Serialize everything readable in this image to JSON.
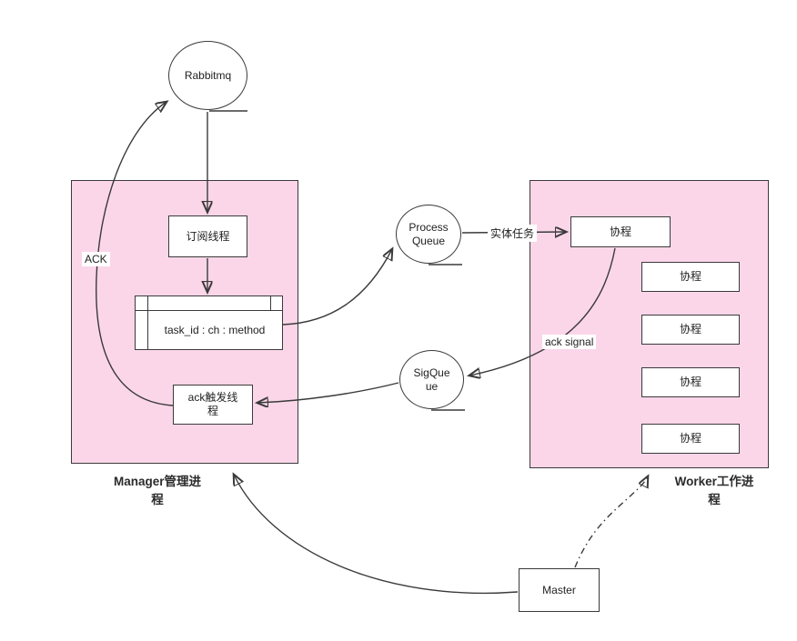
{
  "nodes": {
    "rabbitmq": {
      "label": "Rabbitmq"
    },
    "subscribe_thread": {
      "label": "订阅线程"
    },
    "task_table": {
      "label": "task_id : ch : method"
    },
    "ack_trigger_thread": {
      "label": "ack触发线\n程"
    },
    "process_queue": {
      "label": "Process\nQueue"
    },
    "sig_queue": {
      "label": "SigQue\nue"
    },
    "coroutine_main": {
      "label": "协程"
    },
    "coroutines": [
      {
        "label": "协程"
      },
      {
        "label": "协程"
      },
      {
        "label": "协程"
      },
      {
        "label": "协程"
      }
    ],
    "master": {
      "label": "Master"
    }
  },
  "captions": {
    "manager": "Manager管理进\n程",
    "worker": "Worker工作进\n程"
  },
  "edge_labels": {
    "ack": "ACK",
    "entity_task": "实体任务",
    "ack_signal": "ack signal"
  },
  "colors": {
    "container_fill": "#fbd6e9",
    "stroke": "#3a3a3a",
    "node_fill": "#ffffff",
    "background": "#ffffff"
  }
}
